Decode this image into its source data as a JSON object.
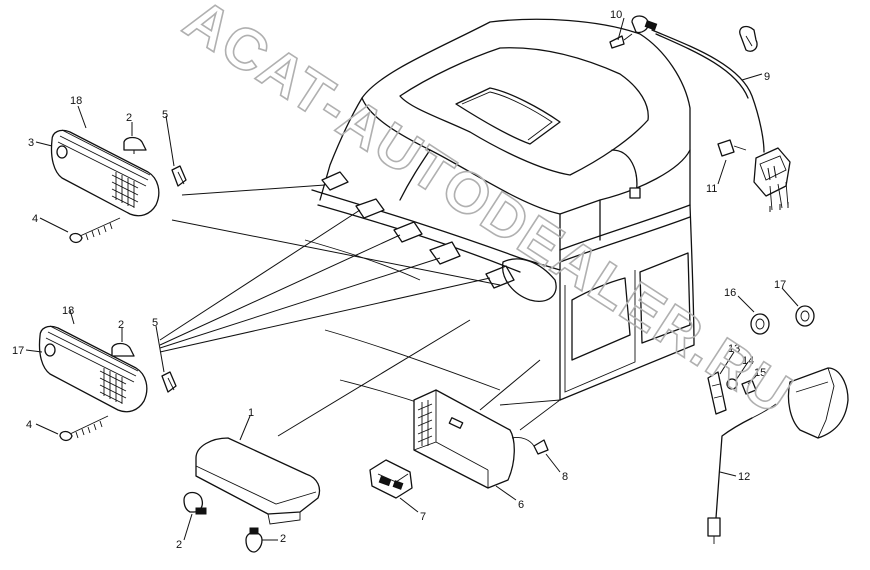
{
  "watermark": "ACAT-AUTODEALER.RU",
  "callouts": {
    "c1": "1",
    "c2a": "2",
    "c2b": "2",
    "c2c": "2",
    "c2d": "2",
    "c3": "3",
    "c4a": "4",
    "c4b": "4",
    "c5a": "5",
    "c5b": "5",
    "c6": "6",
    "c7": "7",
    "c8": "8",
    "c9": "9",
    "c10": "10",
    "c11": "11",
    "c12": "12",
    "c13": "13",
    "c14": "14",
    "c15": "15",
    "c16": "16",
    "c17a": "17",
    "c17b": "17",
    "c18a": "18",
    "c18b": "18"
  }
}
